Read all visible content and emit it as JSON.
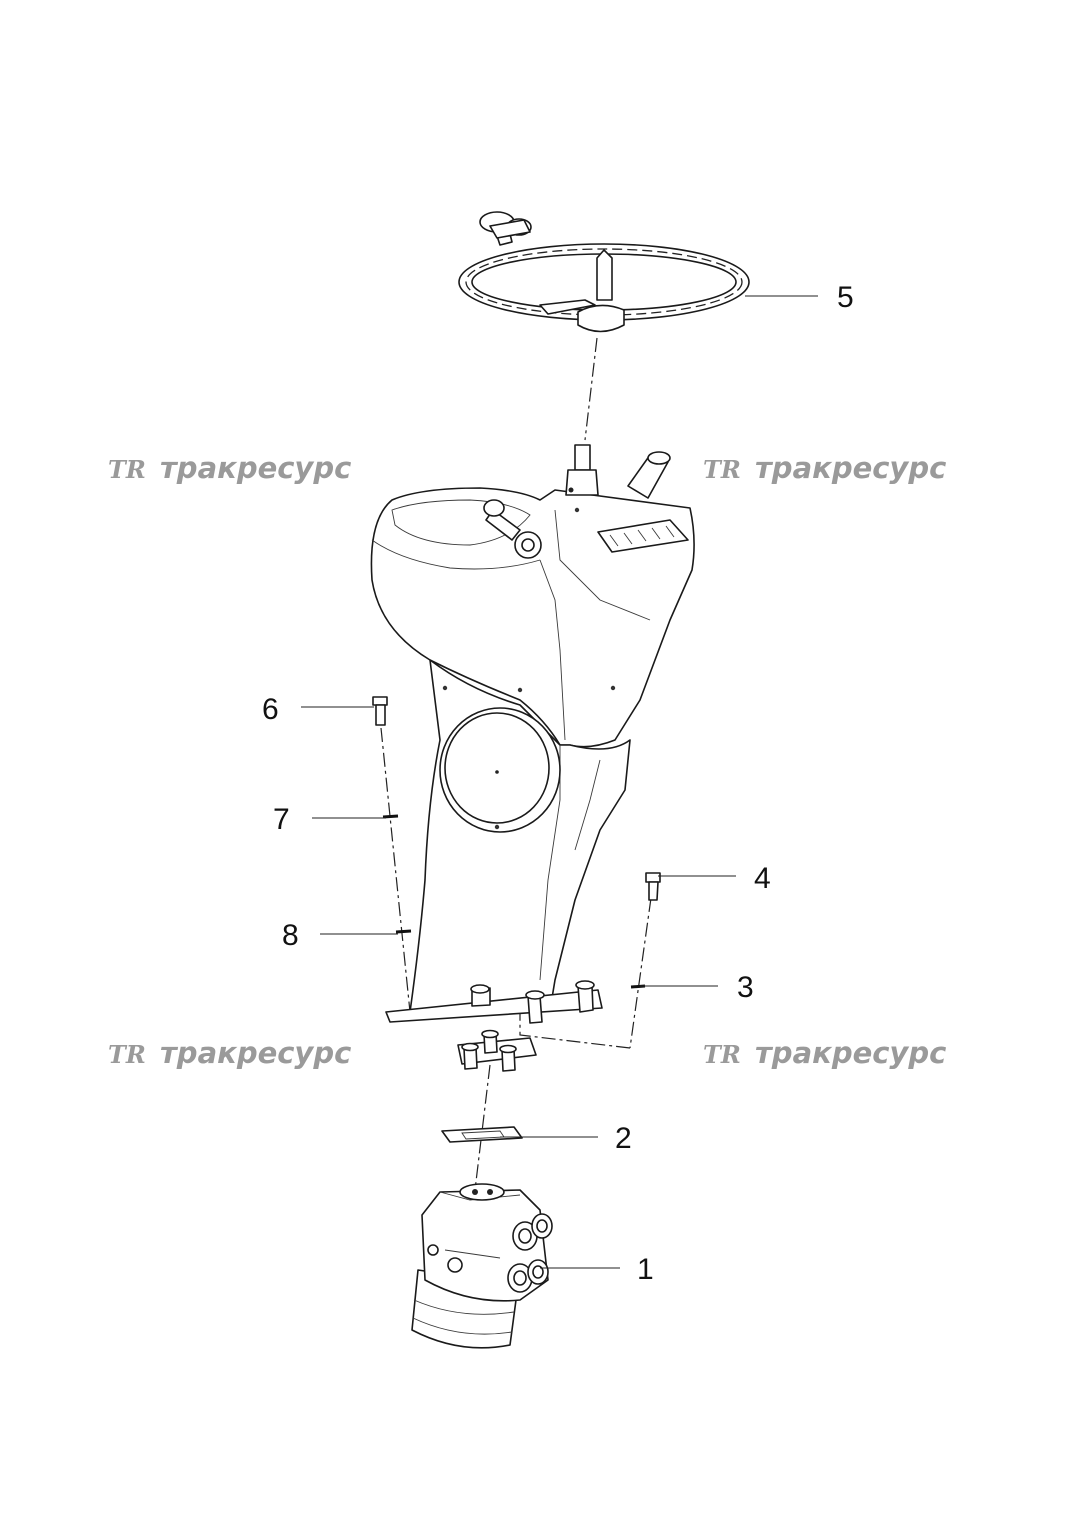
{
  "watermarks": [
    {
      "logo": "TR",
      "text": "тракресурс"
    },
    {
      "logo": "TR",
      "text": "тракресурс"
    },
    {
      "logo": "TR",
      "text": "тракресурс"
    },
    {
      "logo": "TR",
      "text": "тракресурс"
    }
  ],
  "callouts": [
    {
      "label": "1"
    },
    {
      "label": "2"
    },
    {
      "label": "3"
    },
    {
      "label": "4"
    },
    {
      "label": "5"
    },
    {
      "label": "6"
    },
    {
      "label": "7"
    },
    {
      "label": "8"
    }
  ],
  "colors": {
    "line": "#1a1a1a",
    "watermark": "#9a9a9a",
    "background": "#ffffff"
  }
}
